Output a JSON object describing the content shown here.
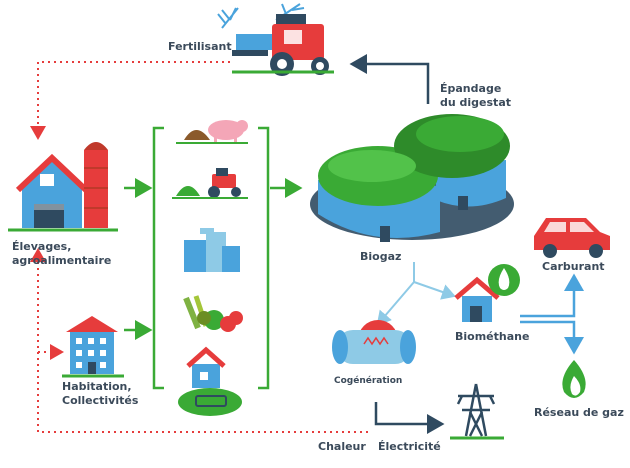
{
  "labels": {
    "fertilisant": "Fertilisant",
    "epandage_line1": "Épandage",
    "epandage_line2": "du digestat",
    "elevages_line1": "Élevages,",
    "elevages_line2": "agroalimentaire",
    "habitation_line1": "Habitation,",
    "habitation_line2": "Collectivités",
    "biogaz": "Biogaz",
    "carburant": "Carburant",
    "biomethane": "Biométhane",
    "cogeneration": "Cogénération",
    "reseau_de_gaz": "Réseau de gaz",
    "chaleur": "Chaleur",
    "electricite": "Électricité"
  },
  "colors": {
    "green": "#3aaa35",
    "red": "#e63c3c",
    "blue": "#4aa3dc",
    "navy": "#2f4a60",
    "light_blue": "#8ecae6",
    "text": "#3b4a5a"
  }
}
